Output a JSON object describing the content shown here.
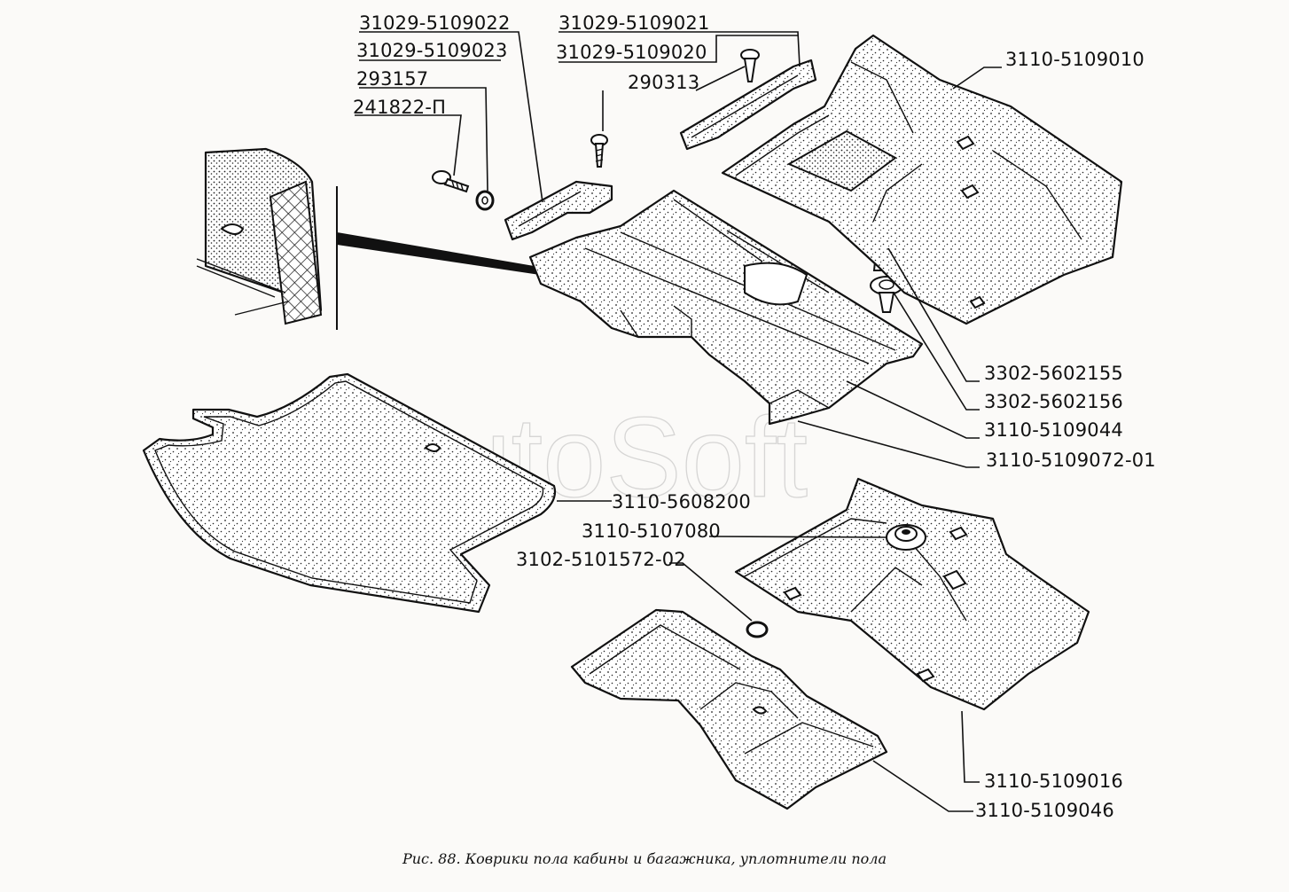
{
  "labels": {
    "p_31029_5109022": "31029-5109022",
    "p_31029_5109023": "31029-5109023",
    "p_293157": "293157",
    "p_241822": "241822-П",
    "p_31029_5109021": "31029-5109021",
    "p_31029_5109020": "31029-5109020",
    "p_290313": "290313",
    "p_3110_5109010": "3110-5109010",
    "p_3302_5602155": "3302-5602155",
    "p_3302_5602156": "3302-5602156",
    "p_3110_5109044": "3110-5109044",
    "p_3110_5109072_01": "3110-5109072-01",
    "p_3110_5608200": "3110-5608200",
    "p_3110_5107080": "3110-5107080",
    "p_3102_5101572_02": "3102-5101572-02",
    "p_3110_5109016": "3110-5109016",
    "p_3110_5109046": "3110-5109046"
  },
  "caption": "Рис. 88. Коврики пола кабины и багажника, уплотнители пола",
  "watermark": "AutoSoft"
}
